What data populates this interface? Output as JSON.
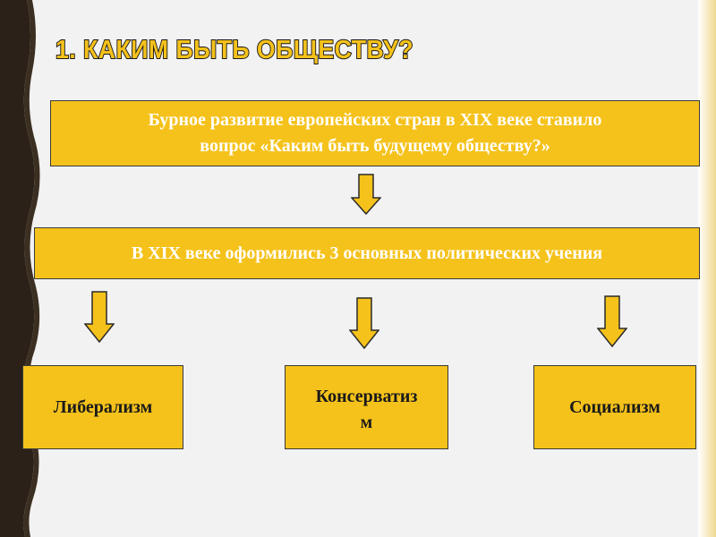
{
  "slide": {
    "title": "1. КАКИМ БЫТЬ ОБЩЕСТВУ?",
    "intro_line1": "Бурное развитие европейских стран в XIX веке ставило",
    "intro_line2": "вопрос «Каким быть будущему обществу?»",
    "doctrines_heading": "В XIX веке оформились 3 основных политических учения",
    "doctrines": [
      {
        "label": "Либерализм"
      },
      {
        "label_line1": "Консерватиз",
        "label_line2": "м"
      },
      {
        "label": "Социализм"
      }
    ]
  },
  "colors": {
    "box_fill": "#f5c21b",
    "border_dark": "#2b2118",
    "background": "#f2f2f2"
  },
  "icons": [
    "down-arrow-icon"
  ]
}
